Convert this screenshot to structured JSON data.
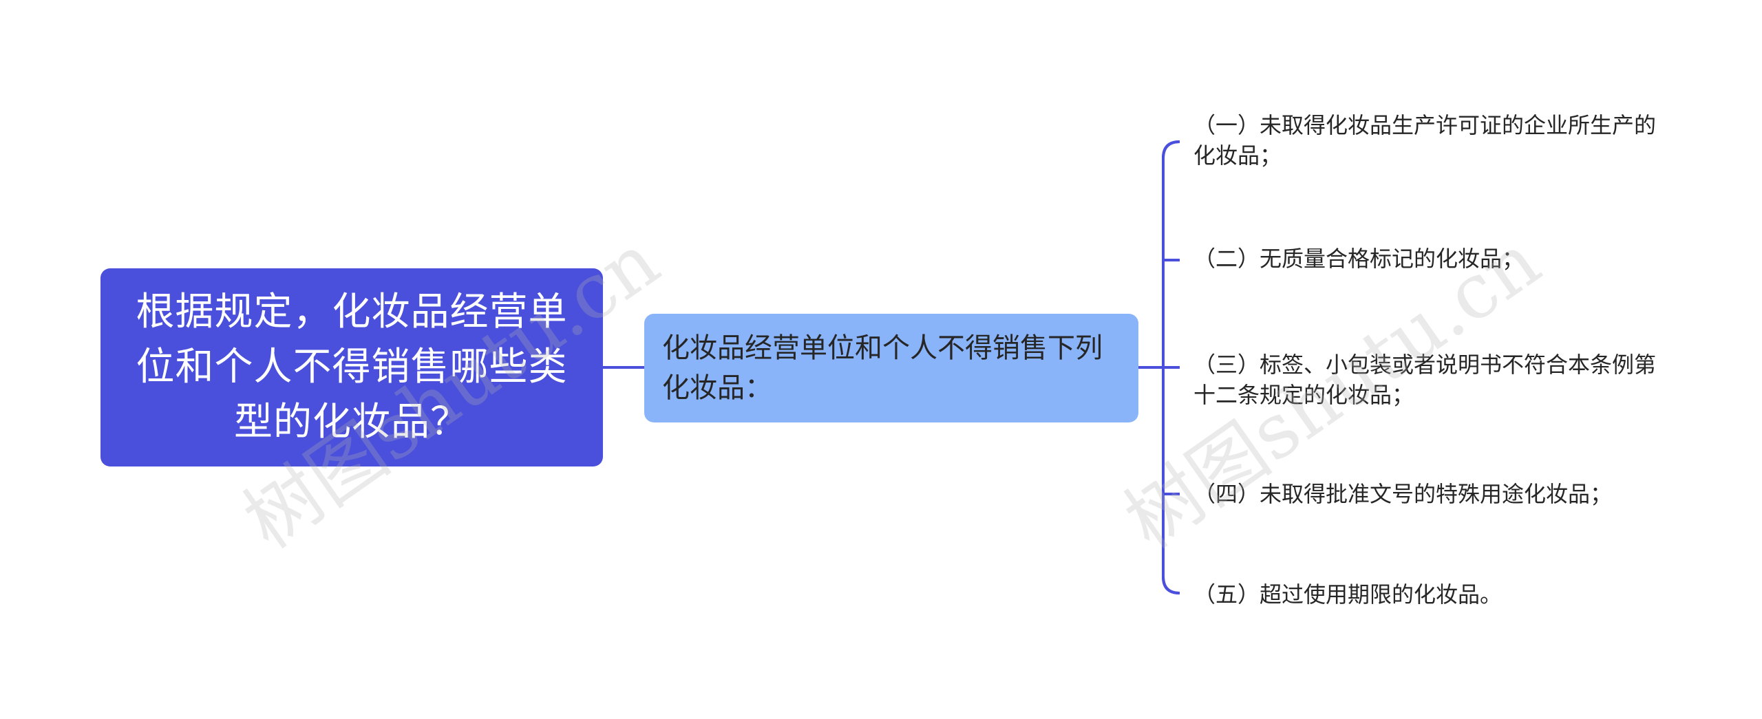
{
  "root": {
    "text": "根据规定，化妆品经营单位和个人不得销售哪些类型的化妆品？"
  },
  "sub": {
    "text": "化妆品经营单位和个人不得销售下列化妆品："
  },
  "leaves": [
    "（一）未取得化妆品生产许可证的企业所生产的化妆品；",
    "（二）无质量合格标记的化妆品；",
    "（三）标签、小包装或者说明书不符合本条例第十二条规定的化妆品；",
    "（四）未取得批准文号的特殊用途化妆品；",
    "（五）超过使用期限的化妆品。"
  ],
  "watermarks": [
    "树图shutu.cn",
    "树图shutu.cn"
  ],
  "colors": {
    "root_fill": "#4a50dc",
    "sub_fill": "#8ab4fa",
    "connector": "#4a50dc"
  }
}
